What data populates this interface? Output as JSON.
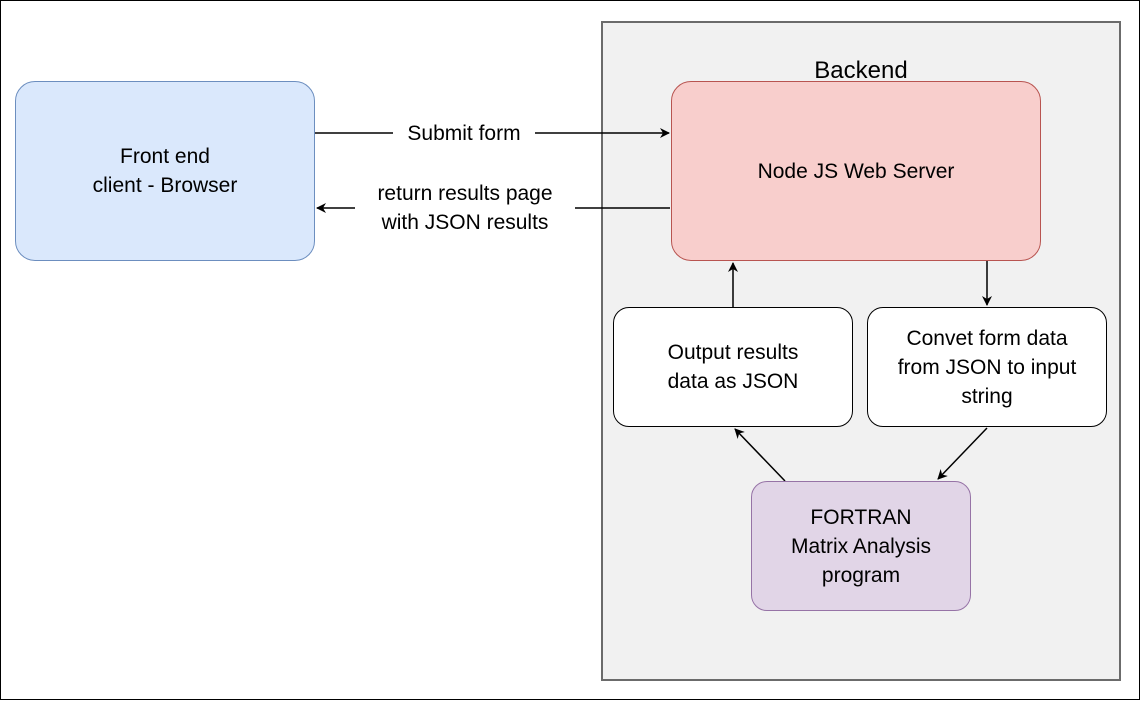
{
  "group": {
    "title": "Backend"
  },
  "nodes": {
    "frontend": "Front end\nclient - Browser",
    "server": "Node JS Web Server",
    "output": "Output results\ndata as JSON",
    "convert": "Convet form data\nfrom JSON to input\nstring",
    "fortran": "FORTRAN\nMatrix Analysis\nprogram"
  },
  "edges": {
    "submit": "Submit form",
    "return": "return results page\nwith JSON results"
  },
  "colors": {
    "frontend_fill": "#dae8fc",
    "frontend_stroke": "#6c8ebf",
    "server_fill": "#f8cecc",
    "server_stroke": "#b85450",
    "fortran_fill": "#e1d5e7",
    "fortran_stroke": "#9673a6",
    "group_fill": "#f1f1f1",
    "group_stroke": "#6b6b6b"
  }
}
